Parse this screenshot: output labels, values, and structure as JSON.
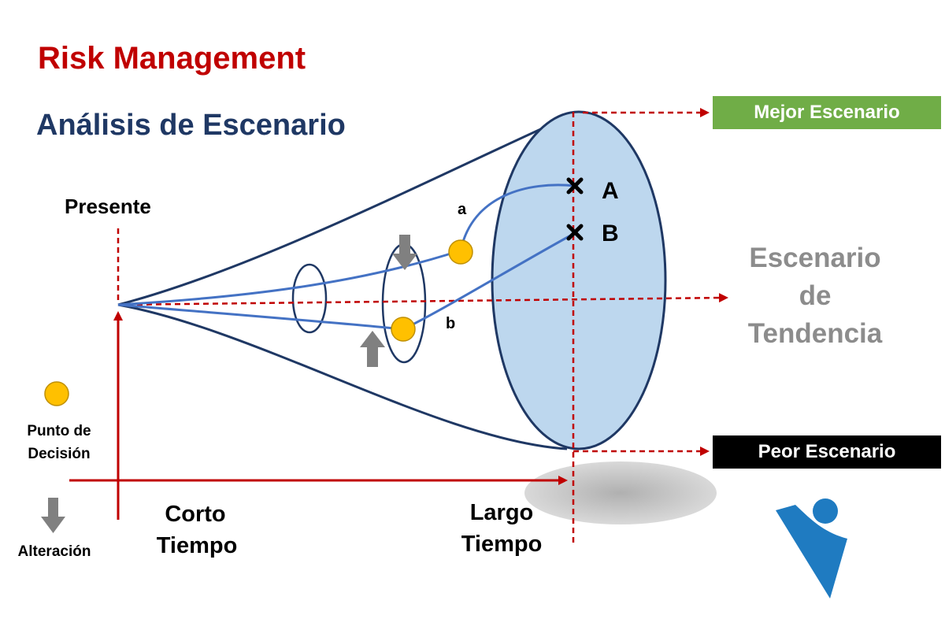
{
  "header": {
    "title": "Risk Management",
    "subtitle": "Análisis de Escenario"
  },
  "labels": {
    "present": "Presente",
    "short_time_line1": "Corto",
    "short_time_line2": "Tiempo",
    "long_time_line1": "Largo",
    "long_time_line2": "Tiempo",
    "path_a": "a",
    "path_b": "b",
    "point_a": "A",
    "point_b": "B"
  },
  "scenarios": {
    "best": "Mejor Escenario",
    "worst": "Peor Escenario",
    "trend_line1": "Escenario",
    "trend_line2": "de",
    "trend_line3": "Tendencia"
  },
  "legend": {
    "decision_line1": "Punto de",
    "decision_line2": "Decisión",
    "alteration": "Alteración"
  },
  "colors": {
    "title_red": "#c00000",
    "subtitle_navy": "#1f3864",
    "axis_red": "#c00000",
    "cone_fill": "#bdd7ee",
    "cone_outline": "#1f3864",
    "path_blue": "#4472c4",
    "decision_point": "#ffc000",
    "alteration_arrow": "#808080",
    "best_box": "#70ad47",
    "worst_box": "#000000",
    "trend_gray": "#8c8c8c",
    "logo_blue": "#1f7bc1"
  },
  "icons": {
    "decision_point": "circle-icon",
    "alteration": "down-arrow-icon",
    "logo": "person-logo-icon"
  }
}
